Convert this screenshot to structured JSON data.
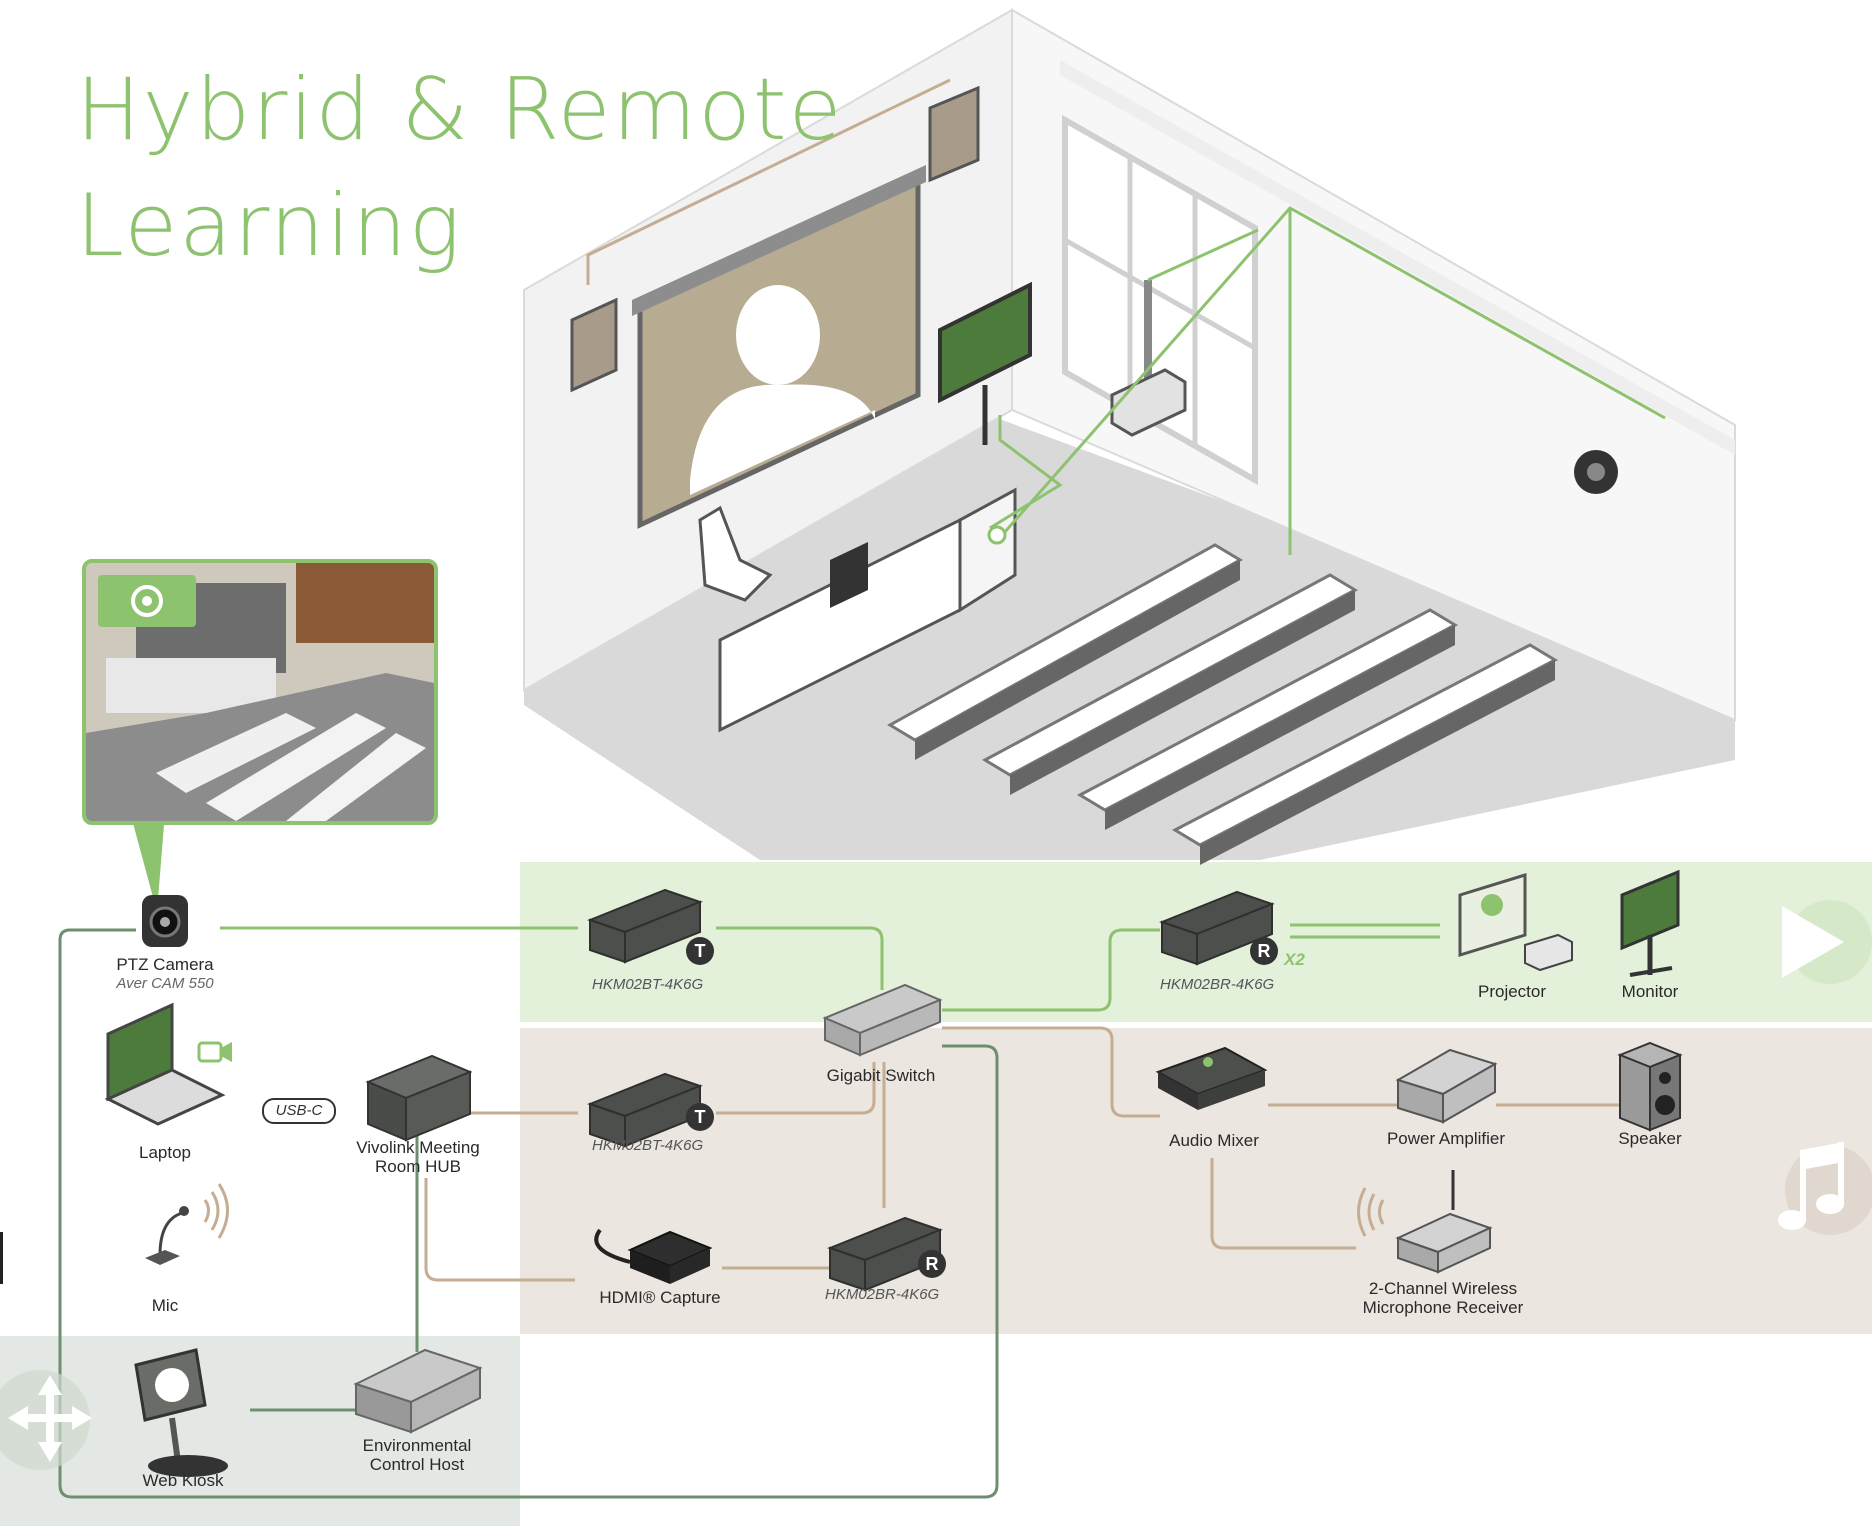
{
  "title": {
    "line1": "Hybrid & Remote",
    "line2": "Learning"
  },
  "colors": {
    "green": "#8dc26f",
    "green_band": "#e3f0da",
    "tan": "#c4ad92",
    "tan_band": "#ebe6e0",
    "gray_band": "#e4e8e4",
    "dark_device": "#4d4f4c"
  },
  "icons": [
    "camera-icon",
    "play-icon",
    "music-note-icon",
    "move-arrows-icon",
    "video-camera-icon",
    "wireless-signal-icon"
  ],
  "devices": {
    "ptz_camera": {
      "label": "PTZ Camera",
      "model": "Aver CAM 550"
    },
    "laptop": {
      "label": "Laptop"
    },
    "usb_c": "USB-C",
    "hub": {
      "label_line1": "Vivolink Meeting",
      "label_line2": "Room HUB"
    },
    "mic": {
      "label": "Mic"
    },
    "web_kiosk": {
      "label": "Web Kiosk"
    },
    "env_host": {
      "label_line1": "Environmental",
      "label_line2": "Control Host"
    },
    "tx_top": {
      "model": "HKM02BT-4K6G",
      "badge": "T"
    },
    "tx_mid": {
      "model": "HKM02BT-4K6G",
      "badge": "T"
    },
    "hdmi_capture": {
      "label": "HDMI® Capture"
    },
    "rx_bottom": {
      "model": "HKM02BR-4K6G",
      "badge": "R"
    },
    "switch": {
      "label": "Gigabit Switch"
    },
    "rx_top": {
      "model": "HKM02BR-4K6G",
      "badge": "R",
      "count": "X2"
    },
    "projector": {
      "label": "Projector"
    },
    "monitor": {
      "label": "Monitor"
    },
    "audio_mixer": {
      "label": "Audio Mixer"
    },
    "power_amp": {
      "label": "Power Amplifier"
    },
    "speaker": {
      "label": "Speaker"
    },
    "wireless_rx": {
      "label_line1": "2-Channel Wireless",
      "label_line2": "Microphone Receiver"
    }
  }
}
